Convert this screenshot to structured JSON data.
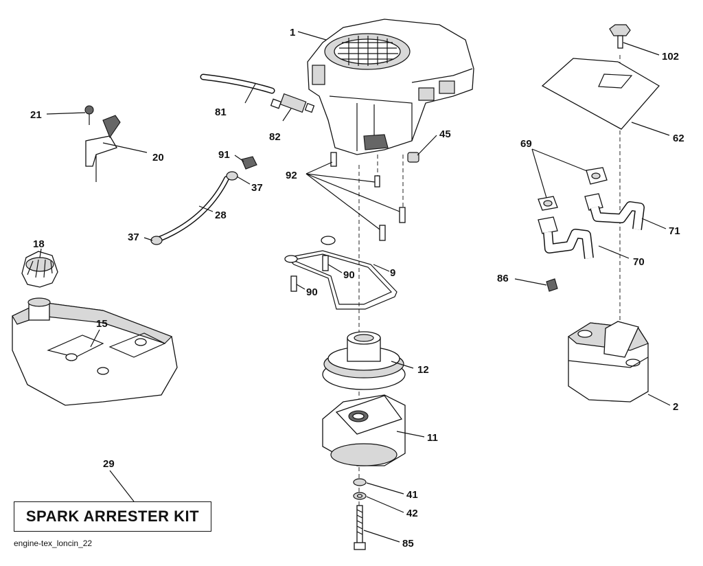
{
  "labels": {
    "l1": "1",
    "l2": "2",
    "l9": "9",
    "l11": "11",
    "l12": "12",
    "l15": "15",
    "l18": "18",
    "l20": "20",
    "l21": "21",
    "l28": "28",
    "l29": "29",
    "l37a": "37",
    "l37b": "37",
    "l41": "41",
    "l42": "42",
    "l45": "45",
    "l62": "62",
    "l69": "69",
    "l70": "70",
    "l71": "71",
    "l81": "81",
    "l82": "82",
    "l85": "85",
    "l86": "86",
    "l90a": "90",
    "l90b": "90",
    "l91": "91",
    "l92": "92",
    "l102": "102"
  },
  "kit_label": "SPARK ARRESTER KIT",
  "footer_id": "engine-tex_loncin_22"
}
